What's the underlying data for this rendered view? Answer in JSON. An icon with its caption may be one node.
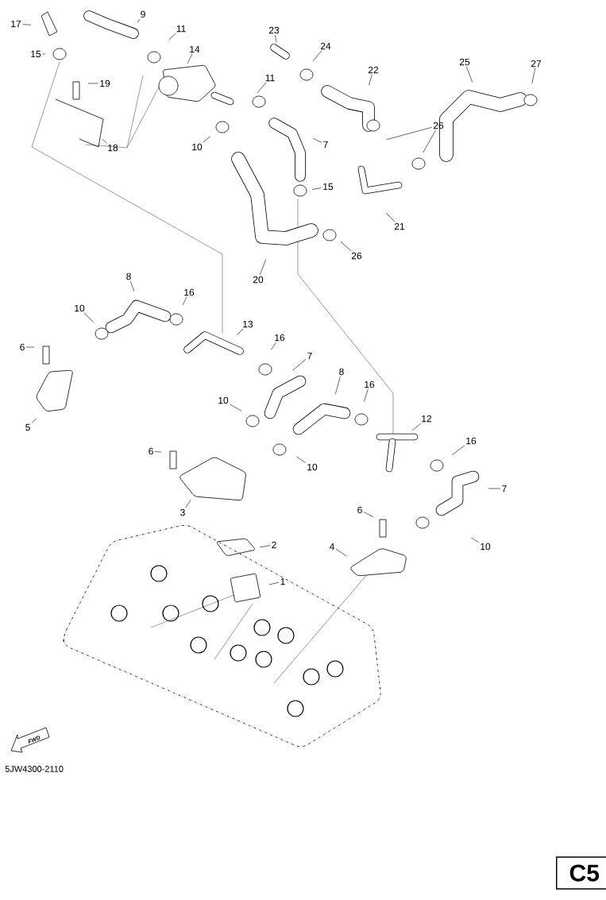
{
  "diagram": {
    "nodes": [
      {
        "text": [
          "17"
        ]
      },
      {
        "text": [
          "9"
        ]
      },
      {
        "text": [
          "11"
        ]
      },
      {
        "text": [
          "15"
        ]
      },
      {
        "text": [
          "14"
        ]
      },
      {
        "text": [
          "23"
        ]
      },
      {
        "text": [
          "24"
        ]
      },
      {
        "text": [
          "22"
        ]
      },
      {
        "text": [
          "25"
        ]
      },
      {
        "text": [
          "27"
        ]
      },
      {
        "text": [
          "19"
        ]
      },
      {
        "text": [
          "11"
        ]
      },
      {
        "text": [
          "7"
        ]
      },
      {
        "text": [
          "26"
        ]
      },
      {
        "text": [
          "18"
        ]
      },
      {
        "text": [
          "10"
        ]
      },
      {
        "text": [
          "15"
        ]
      },
      {
        "text": [
          "21"
        ]
      },
      {
        "text": [
          "26"
        ]
      },
      {
        "text": [
          "20"
        ]
      },
      {
        "text": [
          "8"
        ]
      },
      {
        "text": [
          "10"
        ]
      },
      {
        "text": [
          "16"
        ]
      },
      {
        "text": [
          "13"
        ]
      },
      {
        "text": [
          "6"
        ]
      },
      {
        "text": [
          "16"
        ]
      },
      {
        "text": [
          "7"
        ]
      },
      {
        "text": [
          "8"
        ]
      },
      {
        "text": [
          "16"
        ]
      },
      {
        "text": [
          "10"
        ]
      },
      {
        "text": [
          "12"
        ]
      },
      {
        "text": [
          "5"
        ]
      },
      {
        "text": [
          "6"
        ]
      },
      {
        "text": [
          "16"
        ]
      },
      {
        "text": [
          "10"
        ]
      },
      {
        "text": [
          "7"
        ]
      },
      {
        "text": [
          "3"
        ]
      },
      {
        "text": [
          "6"
        ]
      },
      {
        "text": [
          "2"
        ]
      },
      {
        "text": [
          "4"
        ]
      },
      {
        "text": [
          "10"
        ]
      },
      {
        "text": [
          "1"
        ]
      }
    ],
    "edges": [
      {
        "from": 0,
        "to": null,
        "arrow": "none"
      },
      {
        "from": 1,
        "to": null,
        "arrow": "none"
      },
      {
        "from": 2,
        "to": null,
        "arrow": "none"
      },
      {
        "from": 3,
        "to": null,
        "arrow": "none"
      },
      {
        "from": 4,
        "to": null,
        "arrow": "none"
      },
      {
        "from": 5,
        "to": null,
        "arrow": "none"
      },
      {
        "from": 6,
        "to": null,
        "arrow": "none"
      },
      {
        "from": 7,
        "to": null,
        "arrow": "none"
      },
      {
        "from": 8,
        "to": null,
        "arrow": "none"
      },
      {
        "from": 9,
        "to": null,
        "arrow": "none"
      },
      {
        "from": 10,
        "to": null,
        "arrow": "none"
      },
      {
        "from": 11,
        "to": null,
        "arrow": "none"
      },
      {
        "from": 12,
        "to": null,
        "arrow": "none"
      },
      {
        "from": 13,
        "to": null,
        "arrow": "none"
      },
      {
        "from": 13,
        "to": null,
        "arrow": "none"
      },
      {
        "from": 14,
        "to": null,
        "arrow": "none"
      },
      {
        "from": 15,
        "to": null,
        "arrow": "none"
      },
      {
        "from": 16,
        "to": null,
        "arrow": "none"
      },
      {
        "from": 17,
        "to": null,
        "arrow": "none"
      },
      {
        "from": 18,
        "to": null,
        "arrow": "none"
      },
      {
        "from": 19,
        "to": null,
        "arrow": "none"
      },
      {
        "from": 20,
        "to": null,
        "arrow": "none"
      },
      {
        "from": 21,
        "to": null,
        "arrow": "none"
      },
      {
        "from": 22,
        "to": null,
        "arrow": "none"
      },
      {
        "from": 23,
        "to": null,
        "arrow": "none"
      },
      {
        "from": 24,
        "to": null,
        "arrow": "none"
      },
      {
        "from": 25,
        "to": null,
        "arrow": "none"
      },
      {
        "from": 26,
        "to": null,
        "arrow": "none"
      },
      {
        "from": 27,
        "to": null,
        "arrow": "none"
      },
      {
        "from": 28,
        "to": null,
        "arrow": "none"
      },
      {
        "from": 29,
        "to": null,
        "arrow": "none"
      },
      {
        "from": 30,
        "to": null,
        "arrow": "none"
      },
      {
        "from": 31,
        "to": null,
        "arrow": "none"
      },
      {
        "from": 32,
        "to": null,
        "arrow": "none"
      },
      {
        "from": 33,
        "to": null,
        "arrow": "none"
      },
      {
        "from": 34,
        "to": null,
        "arrow": "none"
      },
      {
        "from": 35,
        "to": null,
        "arrow": "none"
      },
      {
        "from": 36,
        "to": null,
        "arrow": "none"
      },
      {
        "from": 37,
        "to": null,
        "arrow": "none"
      },
      {
        "from": 38,
        "to": null,
        "arrow": "none"
      },
      {
        "from": 39,
        "to": null,
        "arrow": "none"
      },
      {
        "from": 40,
        "to": null,
        "arrow": "none"
      },
      {
        "from": 41,
        "to": null,
        "arrow": "none"
      }
    ],
    "labels": [
      "FWD",
      "5JW4300-2110",
      "C5"
    ]
  }
}
